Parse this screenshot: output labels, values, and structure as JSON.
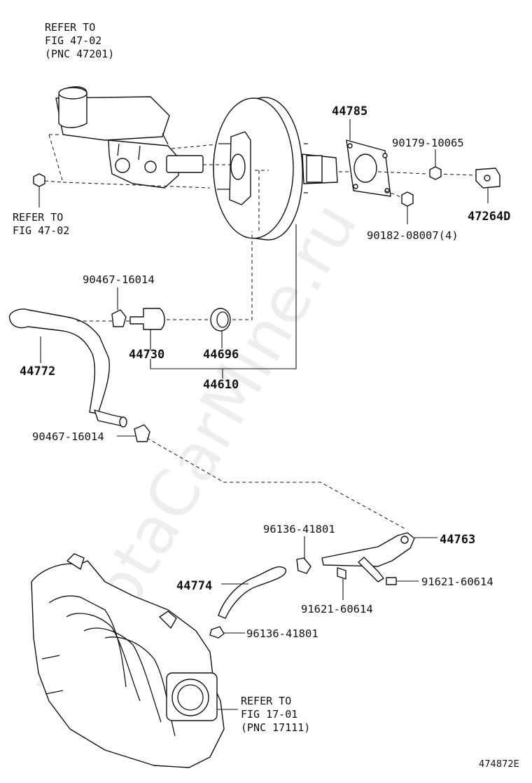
{
  "watermark": "ToyotaCarMine.ru",
  "diagram_code": "474872E",
  "refs": {
    "master_cylinder": [
      "REFER TO",
      "FIG 47-02",
      "(PNC 47201)"
    ],
    "nut_left": [
      "REFER TO",
      "FIG 47-02"
    ],
    "throttle_body": [
      "REFER TO",
      "FIG 17-01",
      "(PNC 17111)"
    ]
  },
  "labels": {
    "gasket": "44785",
    "nut_upper": "90179-10065",
    "clevis": "47264D",
    "nut_lower": "90182-08007(4)",
    "clip_upper": "90467-16014",
    "vacuum_hose": "44772",
    "check_valve": "44730",
    "grommet": "44696",
    "booster_assy": "44610",
    "clip_lower": "90467-16014",
    "clamp_upper": "96136-41801",
    "vacuum_pipe": "44763",
    "bolt_right": "91621-60614",
    "hose_lower": "44774",
    "bolt_lower": "91621-60614",
    "clamp_lower": "96136-41801"
  }
}
